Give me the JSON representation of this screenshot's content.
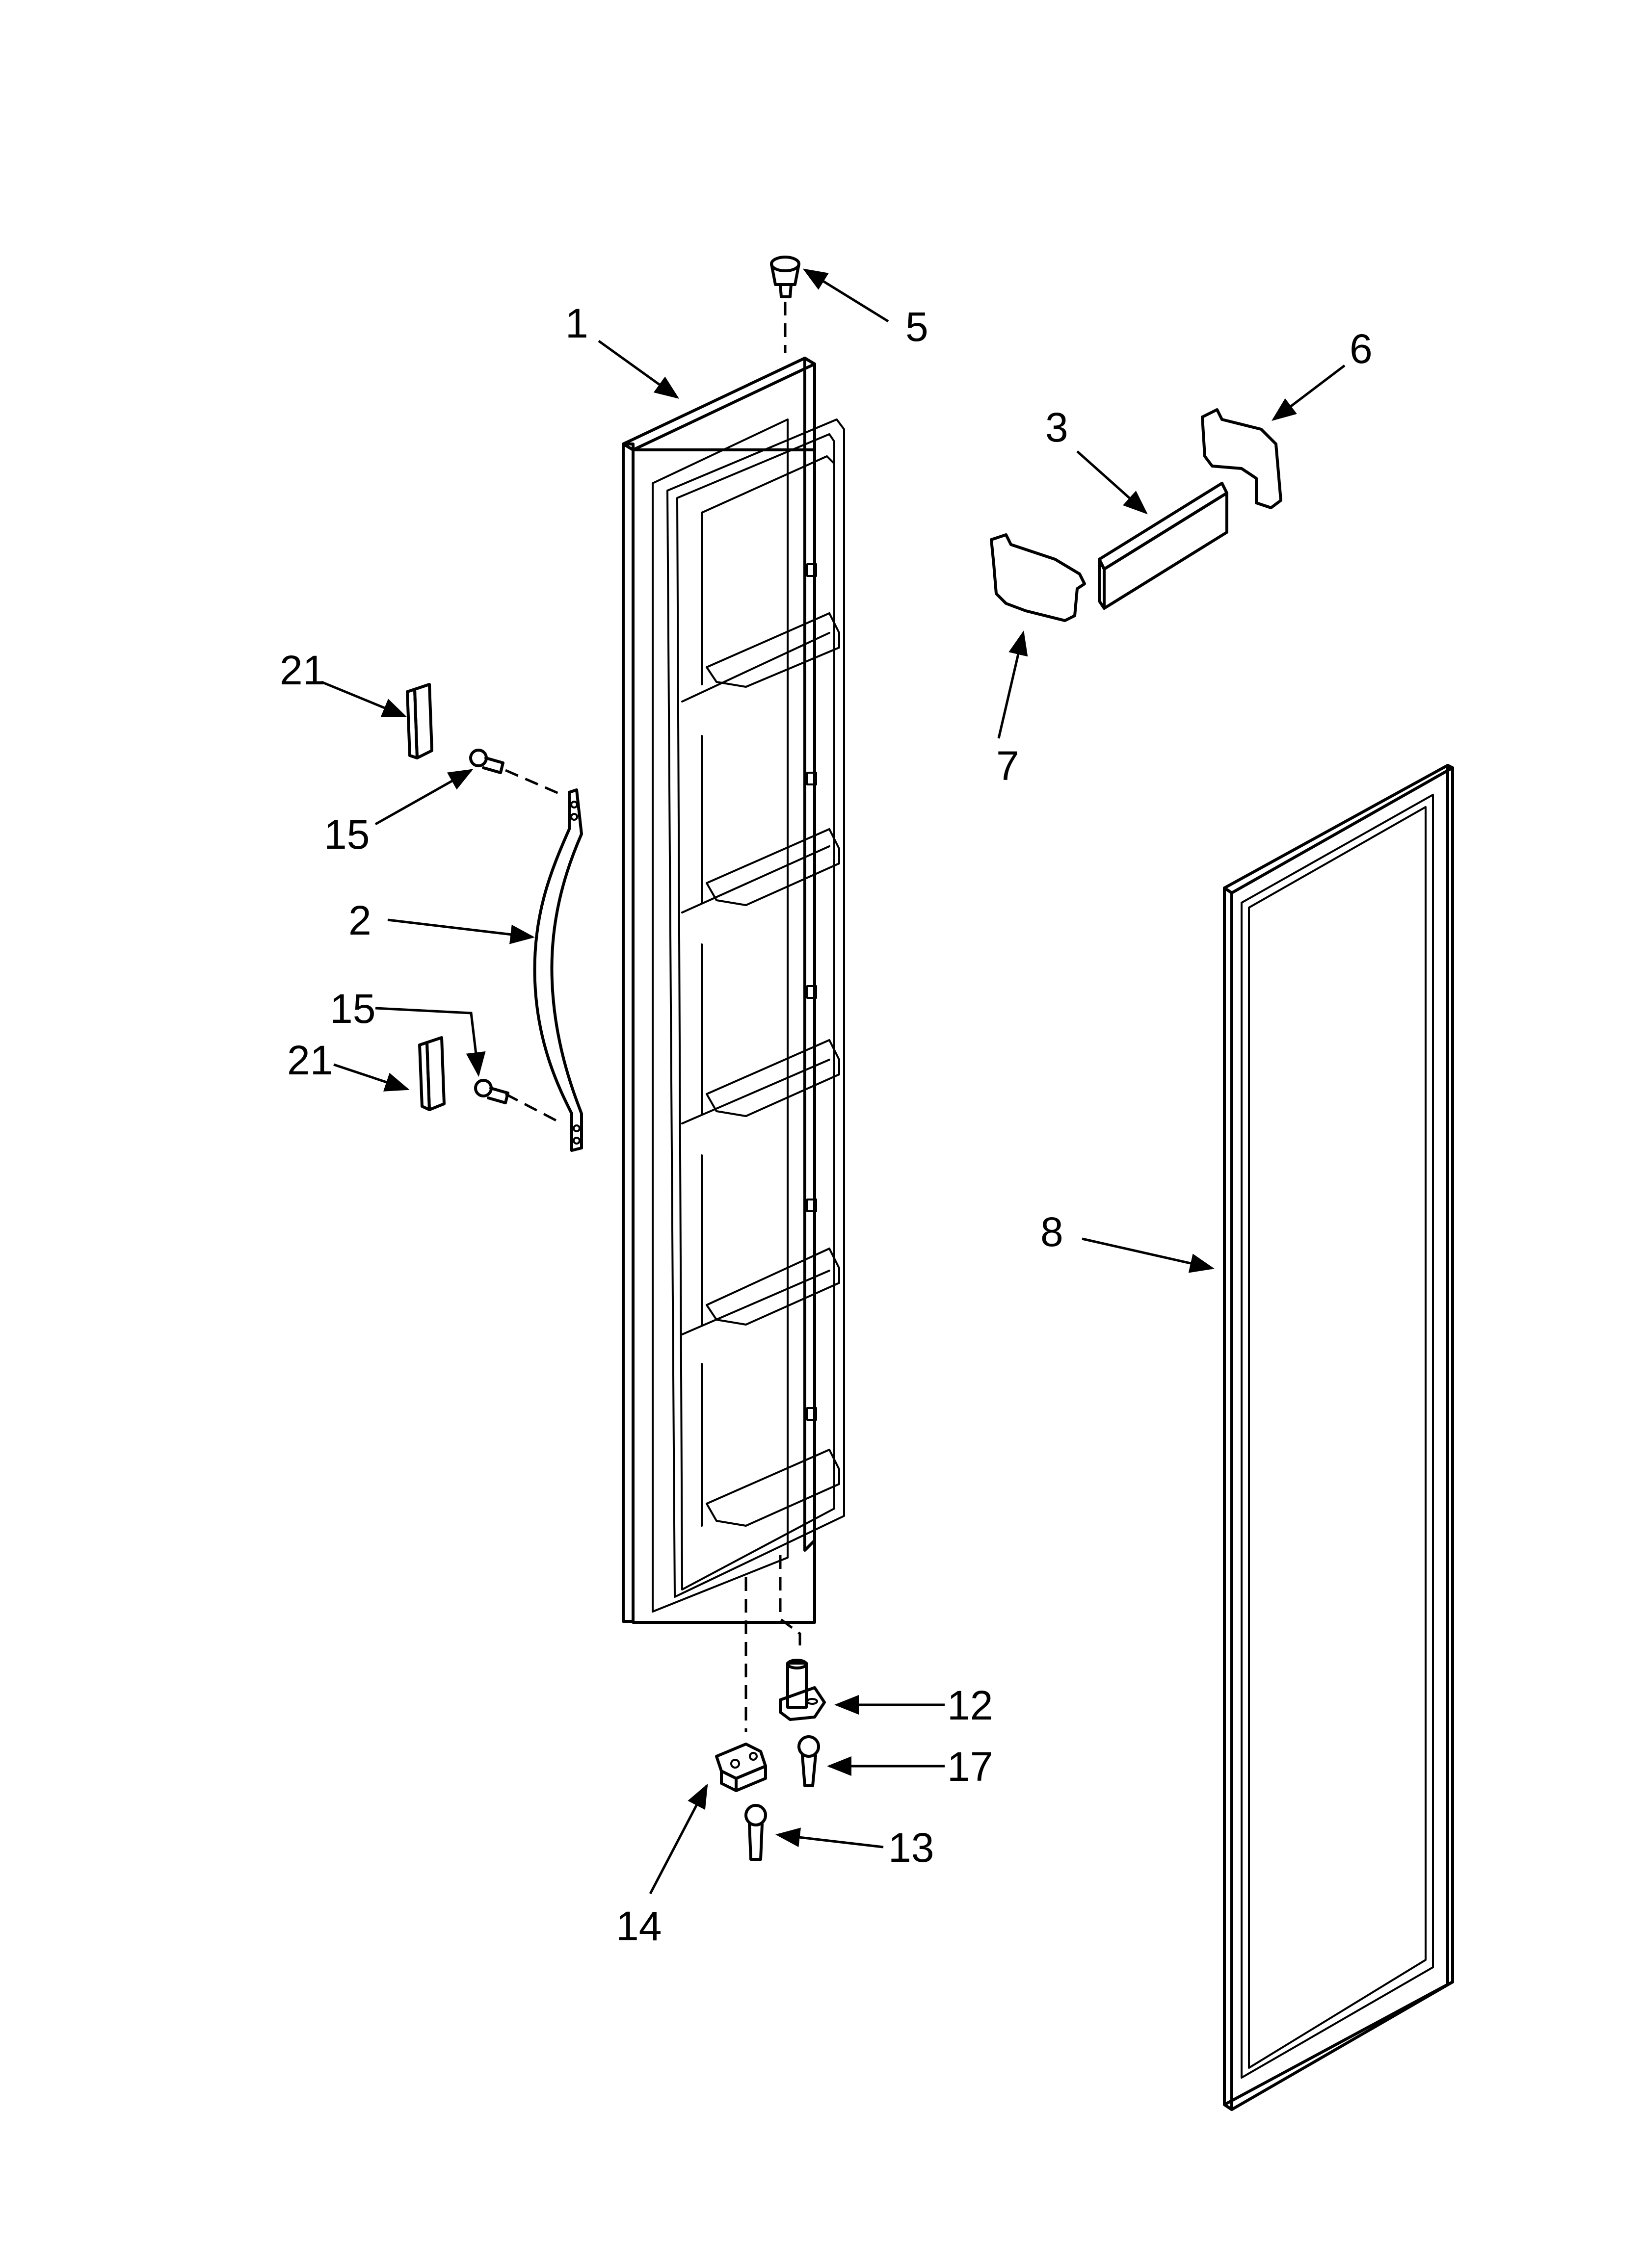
{
  "callouts": [
    {
      "id": "callout-1",
      "text": "1"
    },
    {
      "id": "callout-5",
      "text": "5"
    },
    {
      "id": "callout-6",
      "text": "6"
    },
    {
      "id": "callout-3",
      "text": "3"
    },
    {
      "id": "callout-7",
      "text": "7"
    },
    {
      "id": "callout-21-top",
      "text": "21"
    },
    {
      "id": "callout-15-top",
      "text": "15"
    },
    {
      "id": "callout-2",
      "text": "2"
    },
    {
      "id": "callout-15-bottom",
      "text": "15"
    },
    {
      "id": "callout-21-bottom",
      "text": "21"
    },
    {
      "id": "callout-8",
      "text": "8"
    },
    {
      "id": "callout-12",
      "text": "12"
    },
    {
      "id": "callout-17",
      "text": "17"
    },
    {
      "id": "callout-13",
      "text": "13"
    },
    {
      "id": "callout-14",
      "text": "14"
    }
  ]
}
